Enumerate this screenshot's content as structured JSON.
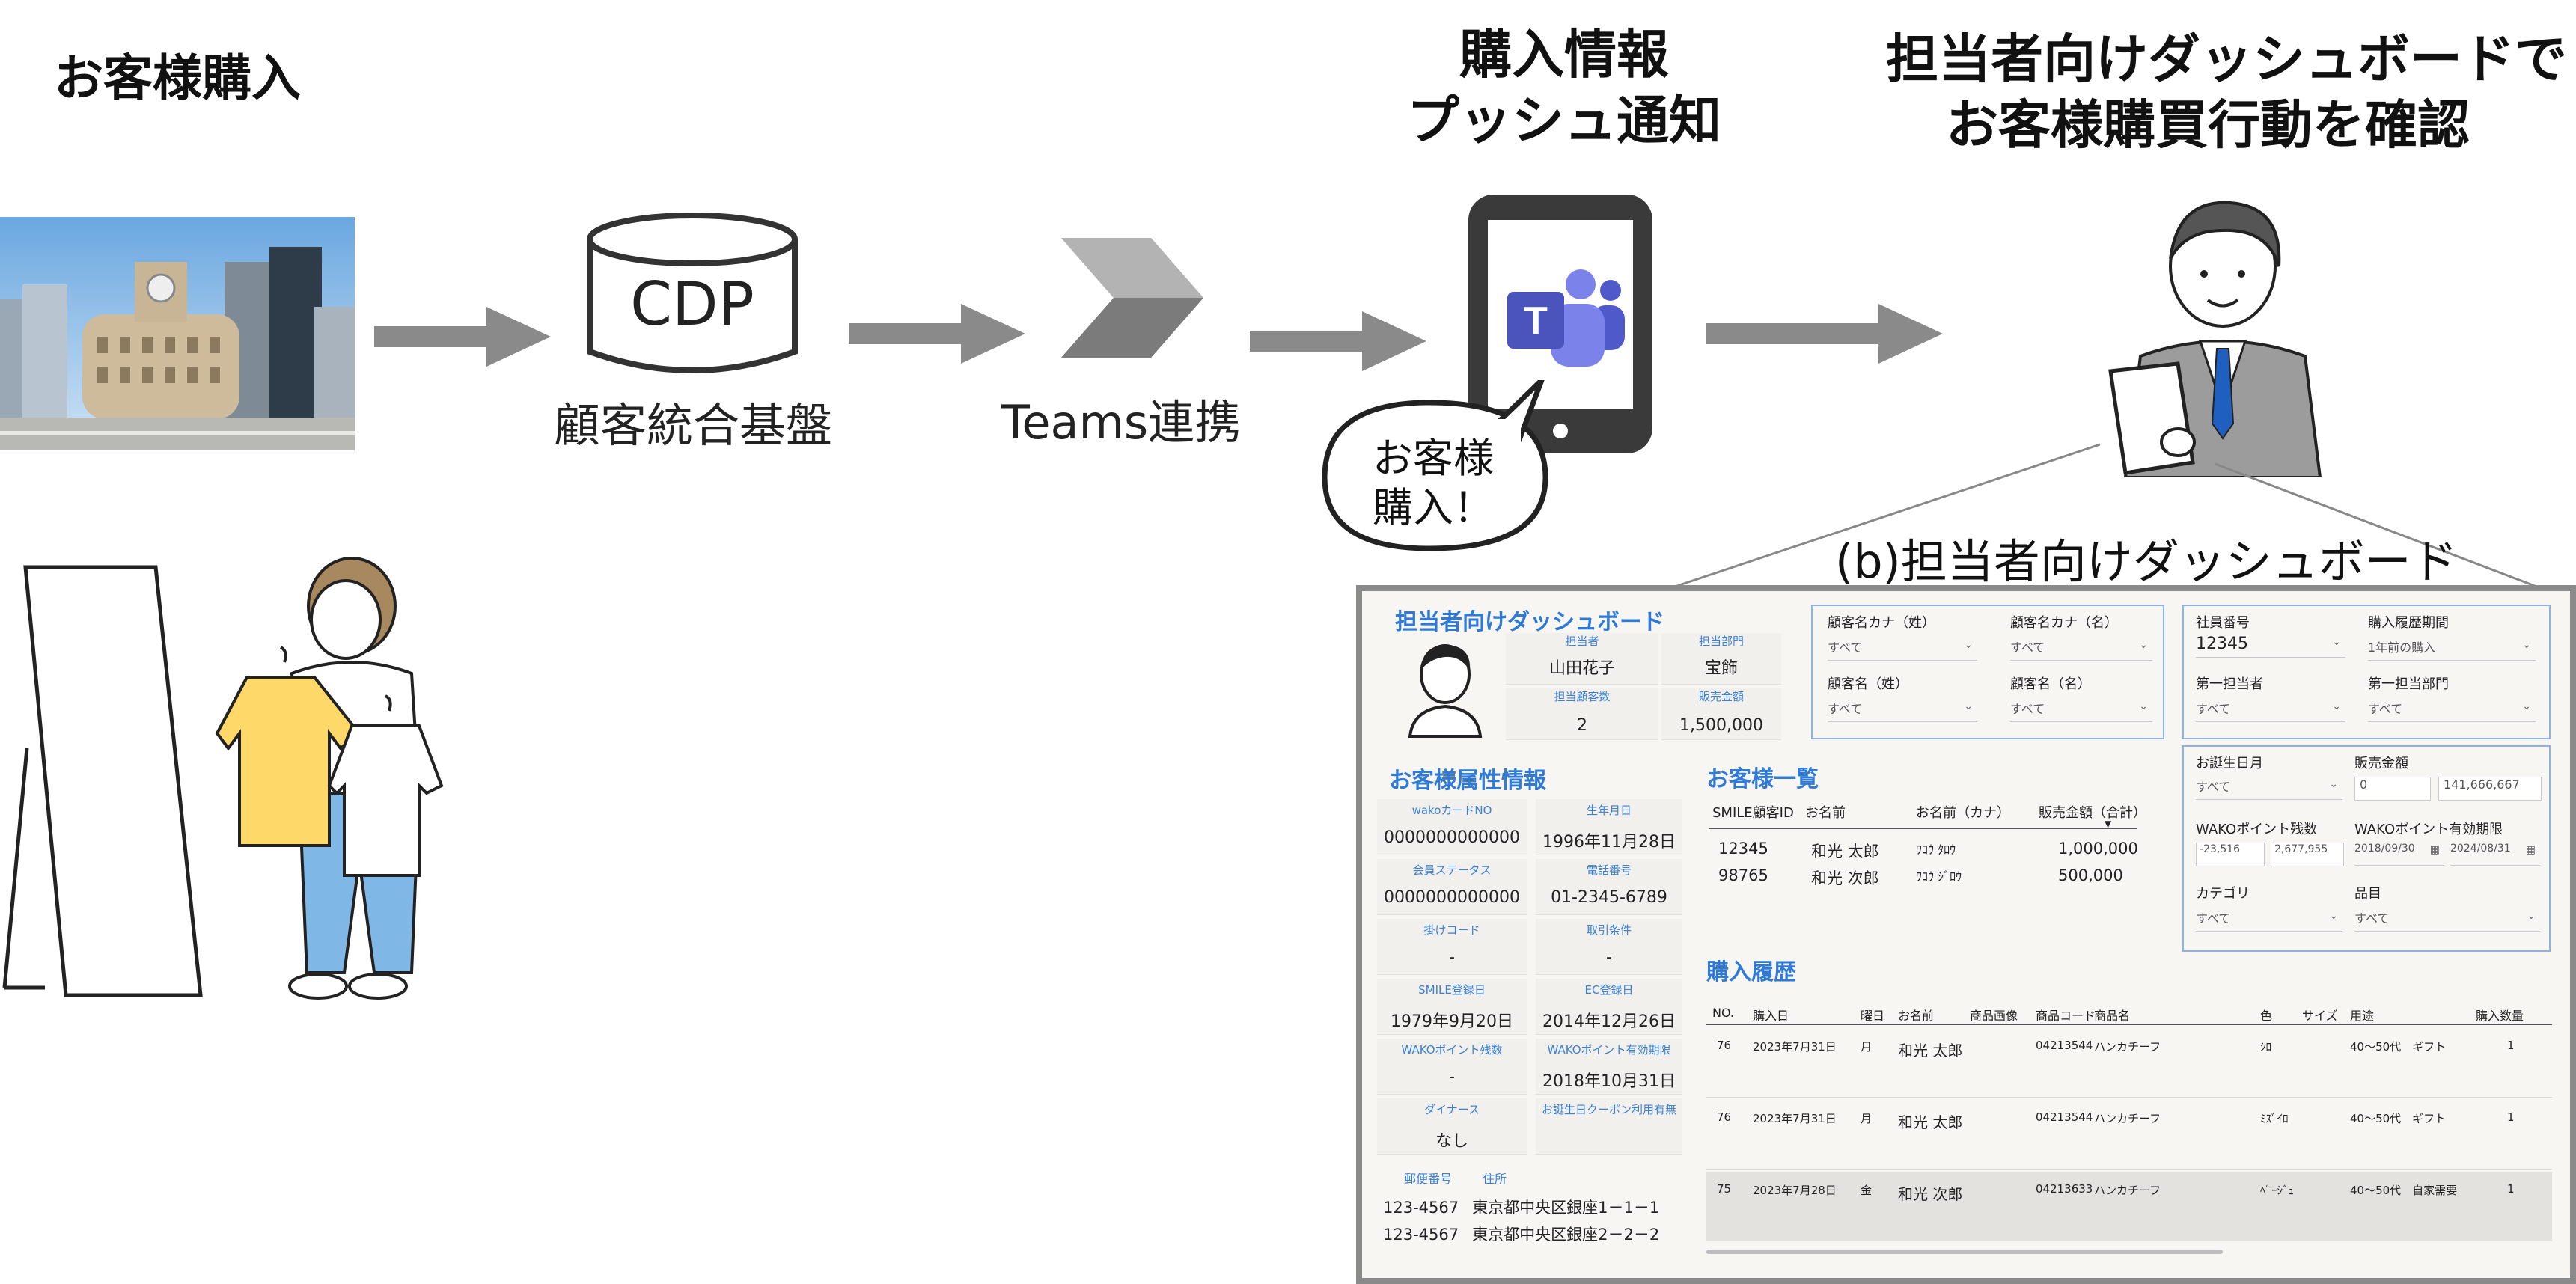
{
  "headers": {
    "purchase": "お客様購入",
    "push_line1": "購入情報",
    "push_line2": "プッシュ通知",
    "confirm_line1": "担当者向けダッシュボードで",
    "confirm_line2": "お客様購買行動を確認"
  },
  "nodes": {
    "cdp_text": "CDP",
    "cdp_label": "顧客統合基盤",
    "teams_label": "Teams連携",
    "bubble_line1": "お客様",
    "bubble_line2": "購入！"
  },
  "dashboard_caption": "(b)担当者向けダッシュボード",
  "colors": {
    "arrow": "#8a8a8a",
    "accent": "#2f7ad6",
    "teams": "#5b5fc7",
    "shirt_yellow": "#ffd86a",
    "pants_blue": "#7fb8e6"
  },
  "dashboard": {
    "title": "担当者向けダッシュボード",
    "staff": {
      "label_person": "担当者",
      "person": "山田花子",
      "label_dept": "担当部門",
      "dept": "宝飾",
      "label_count": "担当顧客数",
      "count": "2",
      "label_sales": "販売金額",
      "sales": "1,500,000"
    },
    "filters1": [
      {
        "label": "顧客名カナ（姓）",
        "value": "すべて"
      },
      {
        "label": "顧客名カナ（名）",
        "value": "すべて"
      },
      {
        "label": "顧客名（姓）",
        "value": "すべて"
      },
      {
        "label": "顧客名（名）",
        "value": "すべて"
      }
    ],
    "filters2": [
      {
        "label": "社員番号",
        "value": "12345"
      },
      {
        "label": "購入履歴期間",
        "value": "1年前の購入"
      },
      {
        "label": "第一担当者",
        "value": "すべて"
      },
      {
        "label": "第一担当部門",
        "value": "すべて"
      }
    ],
    "filters3": {
      "birthday_label": "お誕生日月",
      "birthday_value": "すべて",
      "sales_label": "販売金額",
      "sales_min": "0",
      "sales_max": "141,666,667",
      "points_label": "WAKOポイント残数",
      "points_min": "-23,516",
      "points_max": "2,677,955",
      "expiry_label": "WAKOポイント有効期限",
      "expiry_from": "2018/09/30",
      "expiry_to": "2024/08/31",
      "category_label": "カテゴリ",
      "category_value": "すべて",
      "item_label": "品目",
      "item_value": "すべて"
    },
    "attr_title": "お客様属性情報",
    "attrs": [
      {
        "label": "wakoカードNO",
        "value": "0000000000000"
      },
      {
        "label": "生年月日",
        "value": "1996年11月28日"
      },
      {
        "label": "会員ステータス",
        "value": "0000000000000"
      },
      {
        "label": "電話番号",
        "value": "01-2345-6789"
      },
      {
        "label": "掛けコード",
        "value": "-"
      },
      {
        "label": "取引条件",
        "value": "-"
      },
      {
        "label": "SMILE登録日",
        "value": "1979年9月20日"
      },
      {
        "label": "EC登録日",
        "value": "2014年12月26日"
      },
      {
        "label": "WAKOポイント残数",
        "value": "-"
      },
      {
        "label": "WAKOポイント有効期限",
        "value": "2018年10月31日"
      },
      {
        "label": "ダイナース",
        "value": "なし"
      },
      {
        "label": "お誕生日クーポン利用有無",
        "value": ""
      }
    ],
    "address_header": {
      "zip": "郵便番号",
      "addr": "住所"
    },
    "addresses": [
      {
        "zip": "123-4567",
        "addr": "東京都中央区銀座1－1－1"
      },
      {
        "zip": "123-4567",
        "addr": "東京都中央区銀座2－2－2"
      }
    ],
    "list_title": "お客様一覧",
    "list_headers": [
      "SMILE顧客ID",
      "お名前",
      "お名前（カナ）",
      "販売金額（合計）"
    ],
    "list_rows": [
      [
        "12345",
        "和光 太郎",
        "ﾜｺｳ ﾀﾛｳ",
        "1,000,000"
      ],
      [
        "98765",
        "和光 次郎",
        "ﾜｺｳ ｼﾞﾛｳ",
        "500,000"
      ]
    ],
    "history_title": "購入履歴",
    "history_headers": [
      "NO.",
      "購入日",
      "曜日",
      "お名前",
      "商品画像",
      "商品コード",
      "商品名",
      "色",
      "サイズ",
      "用途",
      "購入数量"
    ],
    "history_rows": [
      [
        "76",
        "2023年7月31日",
        "月",
        "和光 太郎",
        "",
        "04213544",
        "ハンカチーフ",
        "ｼﾛ",
        "",
        "40～50代　ギフト",
        "1"
      ],
      [
        "76",
        "2023年7月31日",
        "月",
        "和光 太郎",
        "",
        "04213544",
        "ハンカチーフ",
        "ﾐｽﾞｲﾛ",
        "",
        "40～50代　ギフト",
        "1"
      ],
      [
        "75",
        "2023年7月28日",
        "金",
        "和光 次郎",
        "",
        "04213633",
        "ハンカチーフ",
        "ﾍﾞｰｼﾞｭ",
        "",
        "40～50代　自家需要",
        "1"
      ]
    ]
  }
}
